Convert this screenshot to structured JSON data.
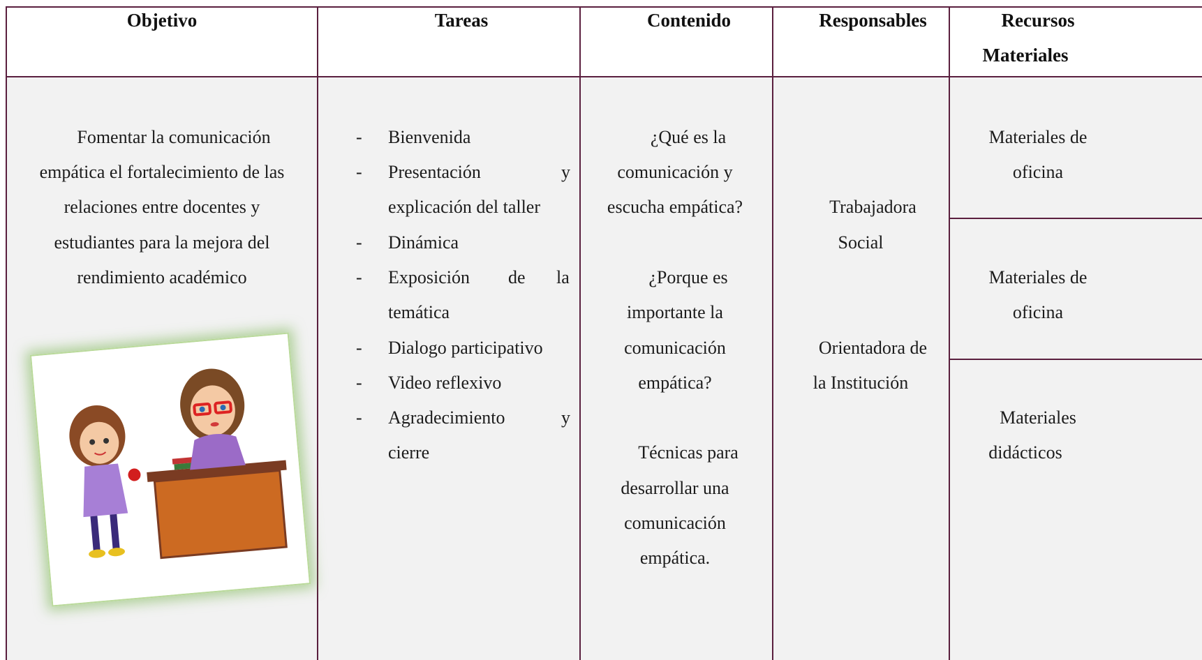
{
  "table": {
    "headers": {
      "objetivo": "Objetivo",
      "tareas": "Tareas",
      "contenido": "Contenido",
      "responsables": "Responsables",
      "recursos_line1": "Recursos",
      "recursos_line2": "Materiales"
    },
    "objetivo": {
      "lines": [
        "Fomentar la comunicación",
        "empática el fortalecimiento de las",
        "relaciones entre docentes y",
        "estudiantes para la mejora del",
        "rendimiento académico"
      ]
    },
    "tareas": {
      "dash": "-",
      "items": [
        {
          "l1": "Bienvenida"
        },
        {
          "l1a": "Presentación",
          "l1b": "y",
          "l2": "explicación del taller"
        },
        {
          "l1": "Dinámica"
        },
        {
          "l1a": "Exposición",
          "l1m": "de",
          "l1b": "la",
          "l2": "temática"
        },
        {
          "l1": "Dialogo participativo"
        },
        {
          "l1": "Video reflexivo"
        },
        {
          "l1a": "Agradecimiento",
          "l1b": "y",
          "l2": "cierre"
        }
      ]
    },
    "contenido": {
      "lines": [
        "¿Qué es la",
        "comunicación y",
        "escucha empática?",
        "¿Porque es",
        "importante la",
        "comunicación",
        "empática?",
        "Técnicas para",
        "desarrollar una",
        "comunicación",
        "empática."
      ]
    },
    "responsables": {
      "lines": [
        "Trabajadora",
        "Social",
        "Orientadora de",
        "la Institución"
      ]
    },
    "recursos": {
      "items": [
        {
          "l1": "Materiales de",
          "l2": "oficina"
        },
        {
          "l1": "Materiales de",
          "l2": "oficina"
        },
        {
          "l1": "Materiales",
          "l2": "didácticos"
        }
      ]
    }
  },
  "illustration": {
    "subject": "teacher at desk with student holding apple",
    "frame_glow_color": "#8cc063"
  }
}
